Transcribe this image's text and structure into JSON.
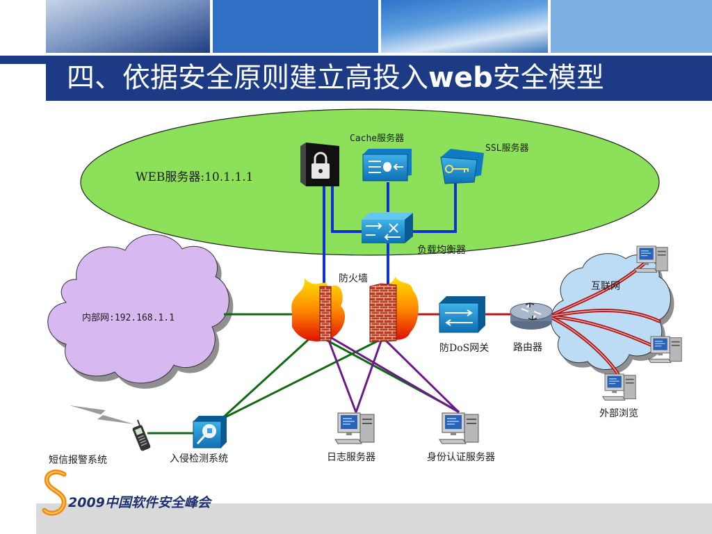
{
  "slide": {
    "title_main": "四、依据安全原则建立高投入",
    "title_web": "web",
    "title_tail": "安全模型",
    "footer": "2009中国软件安全峰会"
  },
  "zones": {
    "web_server": "WEB服务器:10.1.1.1",
    "internal_net": "内部网:192.168.1.1",
    "internet": "互联网"
  },
  "nodes": {
    "cache_server": "Cache服务器",
    "ssl_server": "SSL服务器",
    "load_balancer": "负载均衡器",
    "firewall": "防火墙",
    "dos_gateway": "防DoS网关",
    "router": "路由器",
    "external_browse": "外部浏览",
    "sms_alarm": "短信报警系统",
    "ids": "入侵检测系统",
    "log_server": "日志服务器",
    "auth_server": "身份认证服务器"
  },
  "colors": {
    "header_blue": "#1c3b84",
    "web_zone_green": "#8ce05a",
    "internal_cloud": "#d8b8f0",
    "internet_cloud": "#bcdcf5",
    "link_blue": "#1030d0",
    "link_green": "#0e6a12",
    "link_purple": "#6a1a86",
    "link_red": "#b01818"
  },
  "icons": [
    "lock-server-icon",
    "cache-server-icon",
    "ssl-server-icon",
    "switch-icon",
    "firewall-icon",
    "dos-gateway-icon",
    "router-icon",
    "workstation-icon",
    "cellphone-icon",
    "lightning-icon",
    "ids-icon"
  ]
}
